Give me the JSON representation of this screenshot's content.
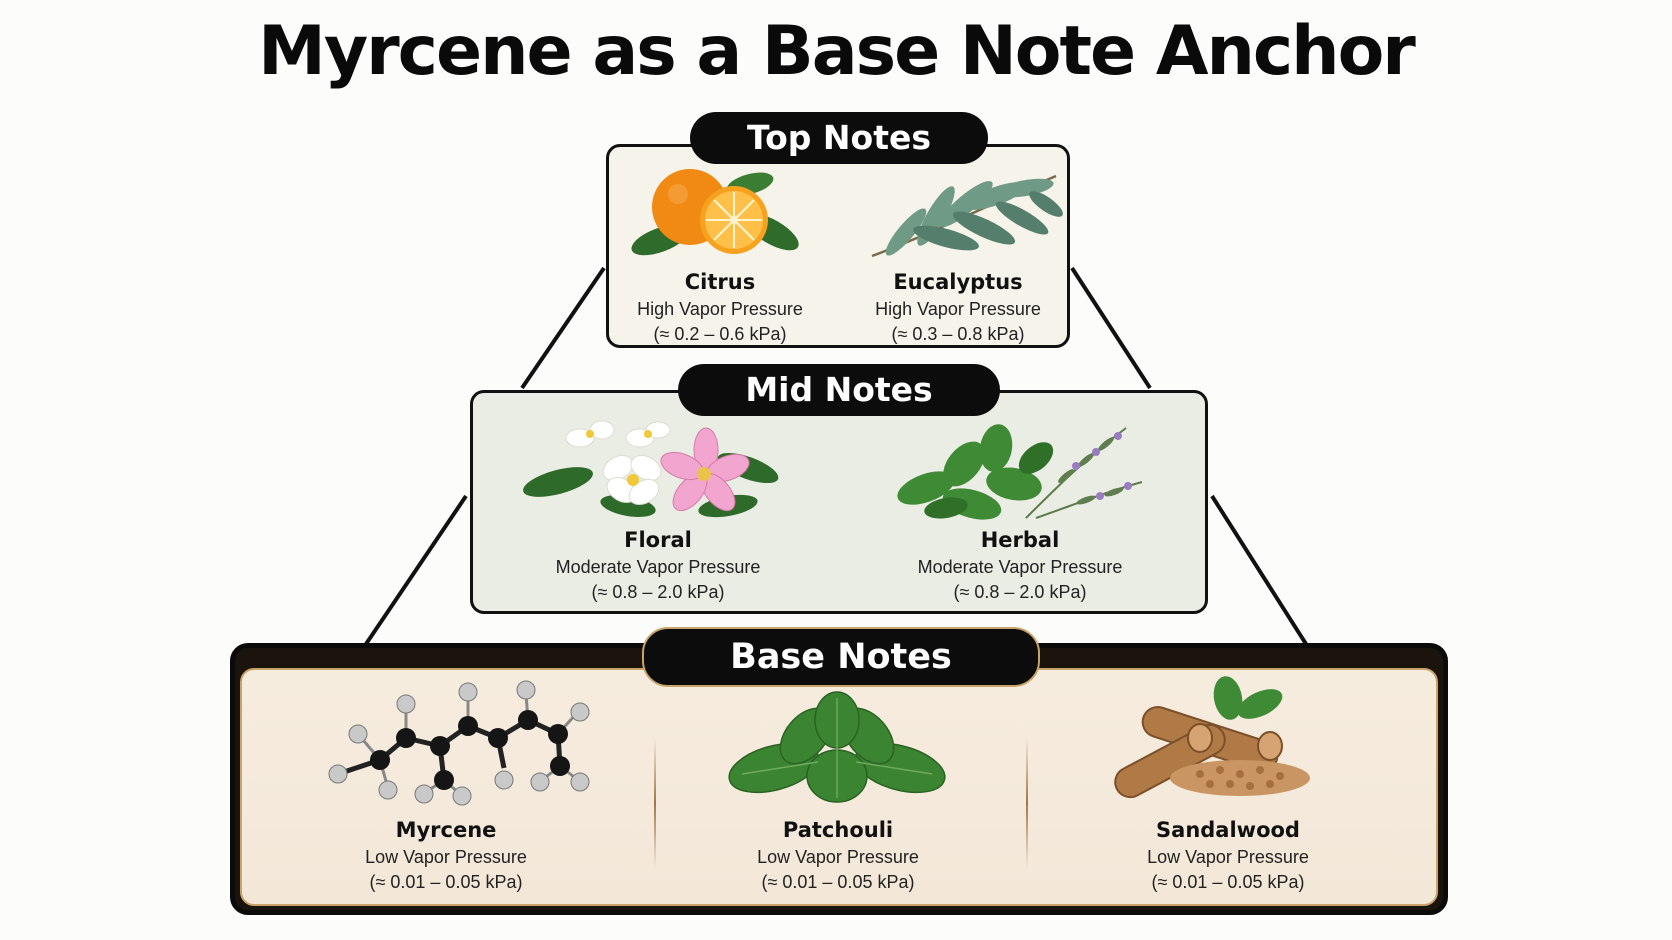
{
  "title": "Myrcene as a Base Note Anchor",
  "tiers": {
    "top": {
      "label": "Top Notes",
      "items": [
        {
          "name": "Citrus",
          "pressure": "High Vapor Pressure",
          "range": "(≈ 0.2 – 0.6 kPa)",
          "icon": "citrus-icon"
        },
        {
          "name": "Eucalyptus",
          "pressure": "High Vapor Pressure",
          "range": "(≈ 0.3 – 0.8 kPa)",
          "icon": "eucalyptus-icon"
        }
      ]
    },
    "mid": {
      "label": "Mid Notes",
      "items": [
        {
          "name": "Floral",
          "pressure": "Moderate Vapor Pressure",
          "range": "(≈ 0.8 – 2.0 kPa)",
          "icon": "flower-icon"
        },
        {
          "name": "Herbal",
          "pressure": "Moderate Vapor Pressure",
          "range": "(≈ 0.8 – 2.0 kPa)",
          "icon": "herb-icon"
        }
      ]
    },
    "base": {
      "label": "Base Notes",
      "items": [
        {
          "name": "Myrcene",
          "pressure": "Low Vapor Pressure",
          "range": "(≈ 0.01 – 0.05 kPa)",
          "icon": "molecule-icon"
        },
        {
          "name": "Patchouli",
          "pressure": "Low Vapor Pressure",
          "range": "(≈ 0.01 – 0.05 kPa)",
          "icon": "patchouli-leaf-icon"
        },
        {
          "name": "Sandalwood",
          "pressure": "Low Vapor Pressure",
          "range": "(≈ 0.01 – 0.05 kPa)",
          "icon": "sandalwood-icon"
        }
      ]
    }
  },
  "colors": {
    "frame": "#111111",
    "pill": "#0c0c0c",
    "base_accent": "#c9a46a",
    "top_fill": "#f5f3ea",
    "mid_fill": "#eaede4",
    "base_fill": "#f4e9da"
  }
}
